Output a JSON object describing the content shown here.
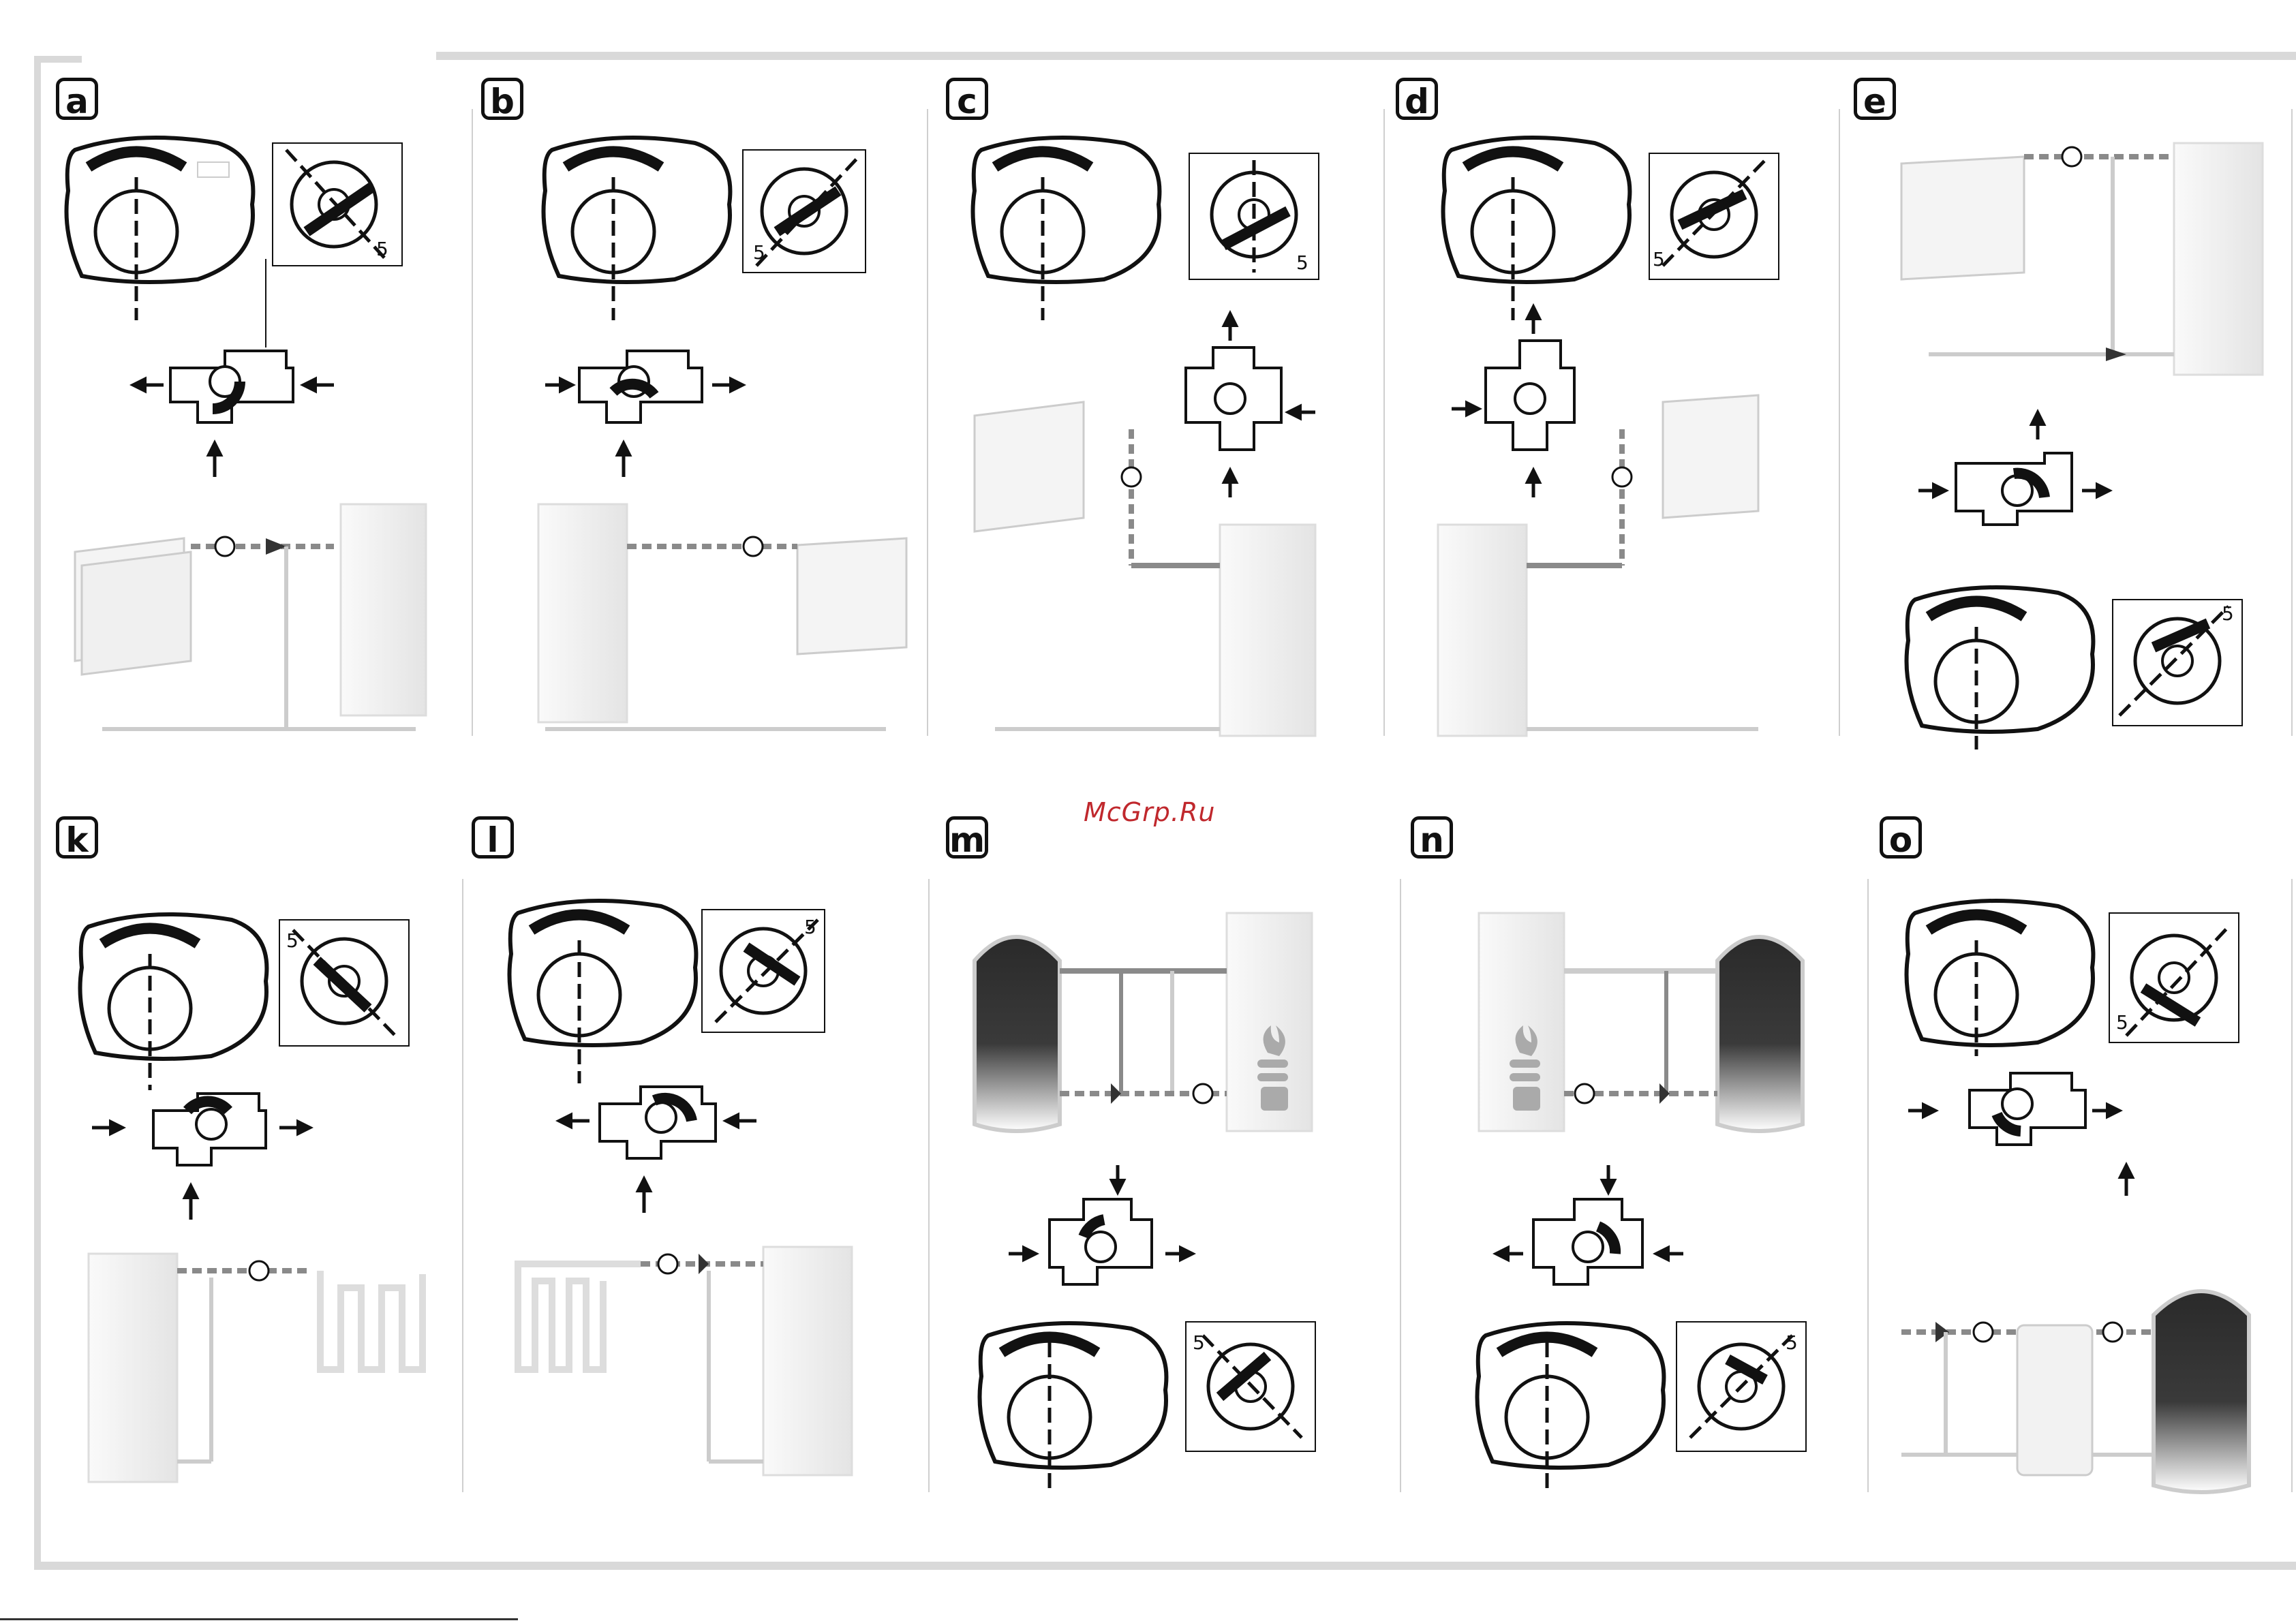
{
  "watermark": "McGrp.Ru",
  "panels": [
    {
      "id": "a",
      "label": "a"
    },
    {
      "id": "b",
      "label": "b"
    },
    {
      "id": "c",
      "label": "c"
    },
    {
      "id": "d",
      "label": "d"
    },
    {
      "id": "e",
      "label": "e"
    },
    {
      "id": "k",
      "label": "k"
    },
    {
      "id": "l",
      "label": "l"
    },
    {
      "id": "m",
      "label": "m"
    },
    {
      "id": "n",
      "label": "n"
    },
    {
      "id": "o",
      "label": "o"
    }
  ],
  "scale_number": "5",
  "icons": {
    "actuator": "actuator-body-icon",
    "dial": "rotation-dial-icon",
    "valve": "three-way-valve-icon",
    "radiator": "radiator-icon",
    "boiler": "boiler-icon",
    "pump": "pump-icon",
    "tank": "buffer-tank-icon",
    "floor_heating": "floor-heating-icon",
    "heat_exchanger": "heat-exchanger-icon",
    "flame": "flame-icon",
    "firewood": "firewood-icon"
  },
  "colors": {
    "ink": "#111111",
    "pipe_gray": "#8a8a8a",
    "appliance_fill": "#f2f2f2",
    "watermark": "#c0282d"
  }
}
